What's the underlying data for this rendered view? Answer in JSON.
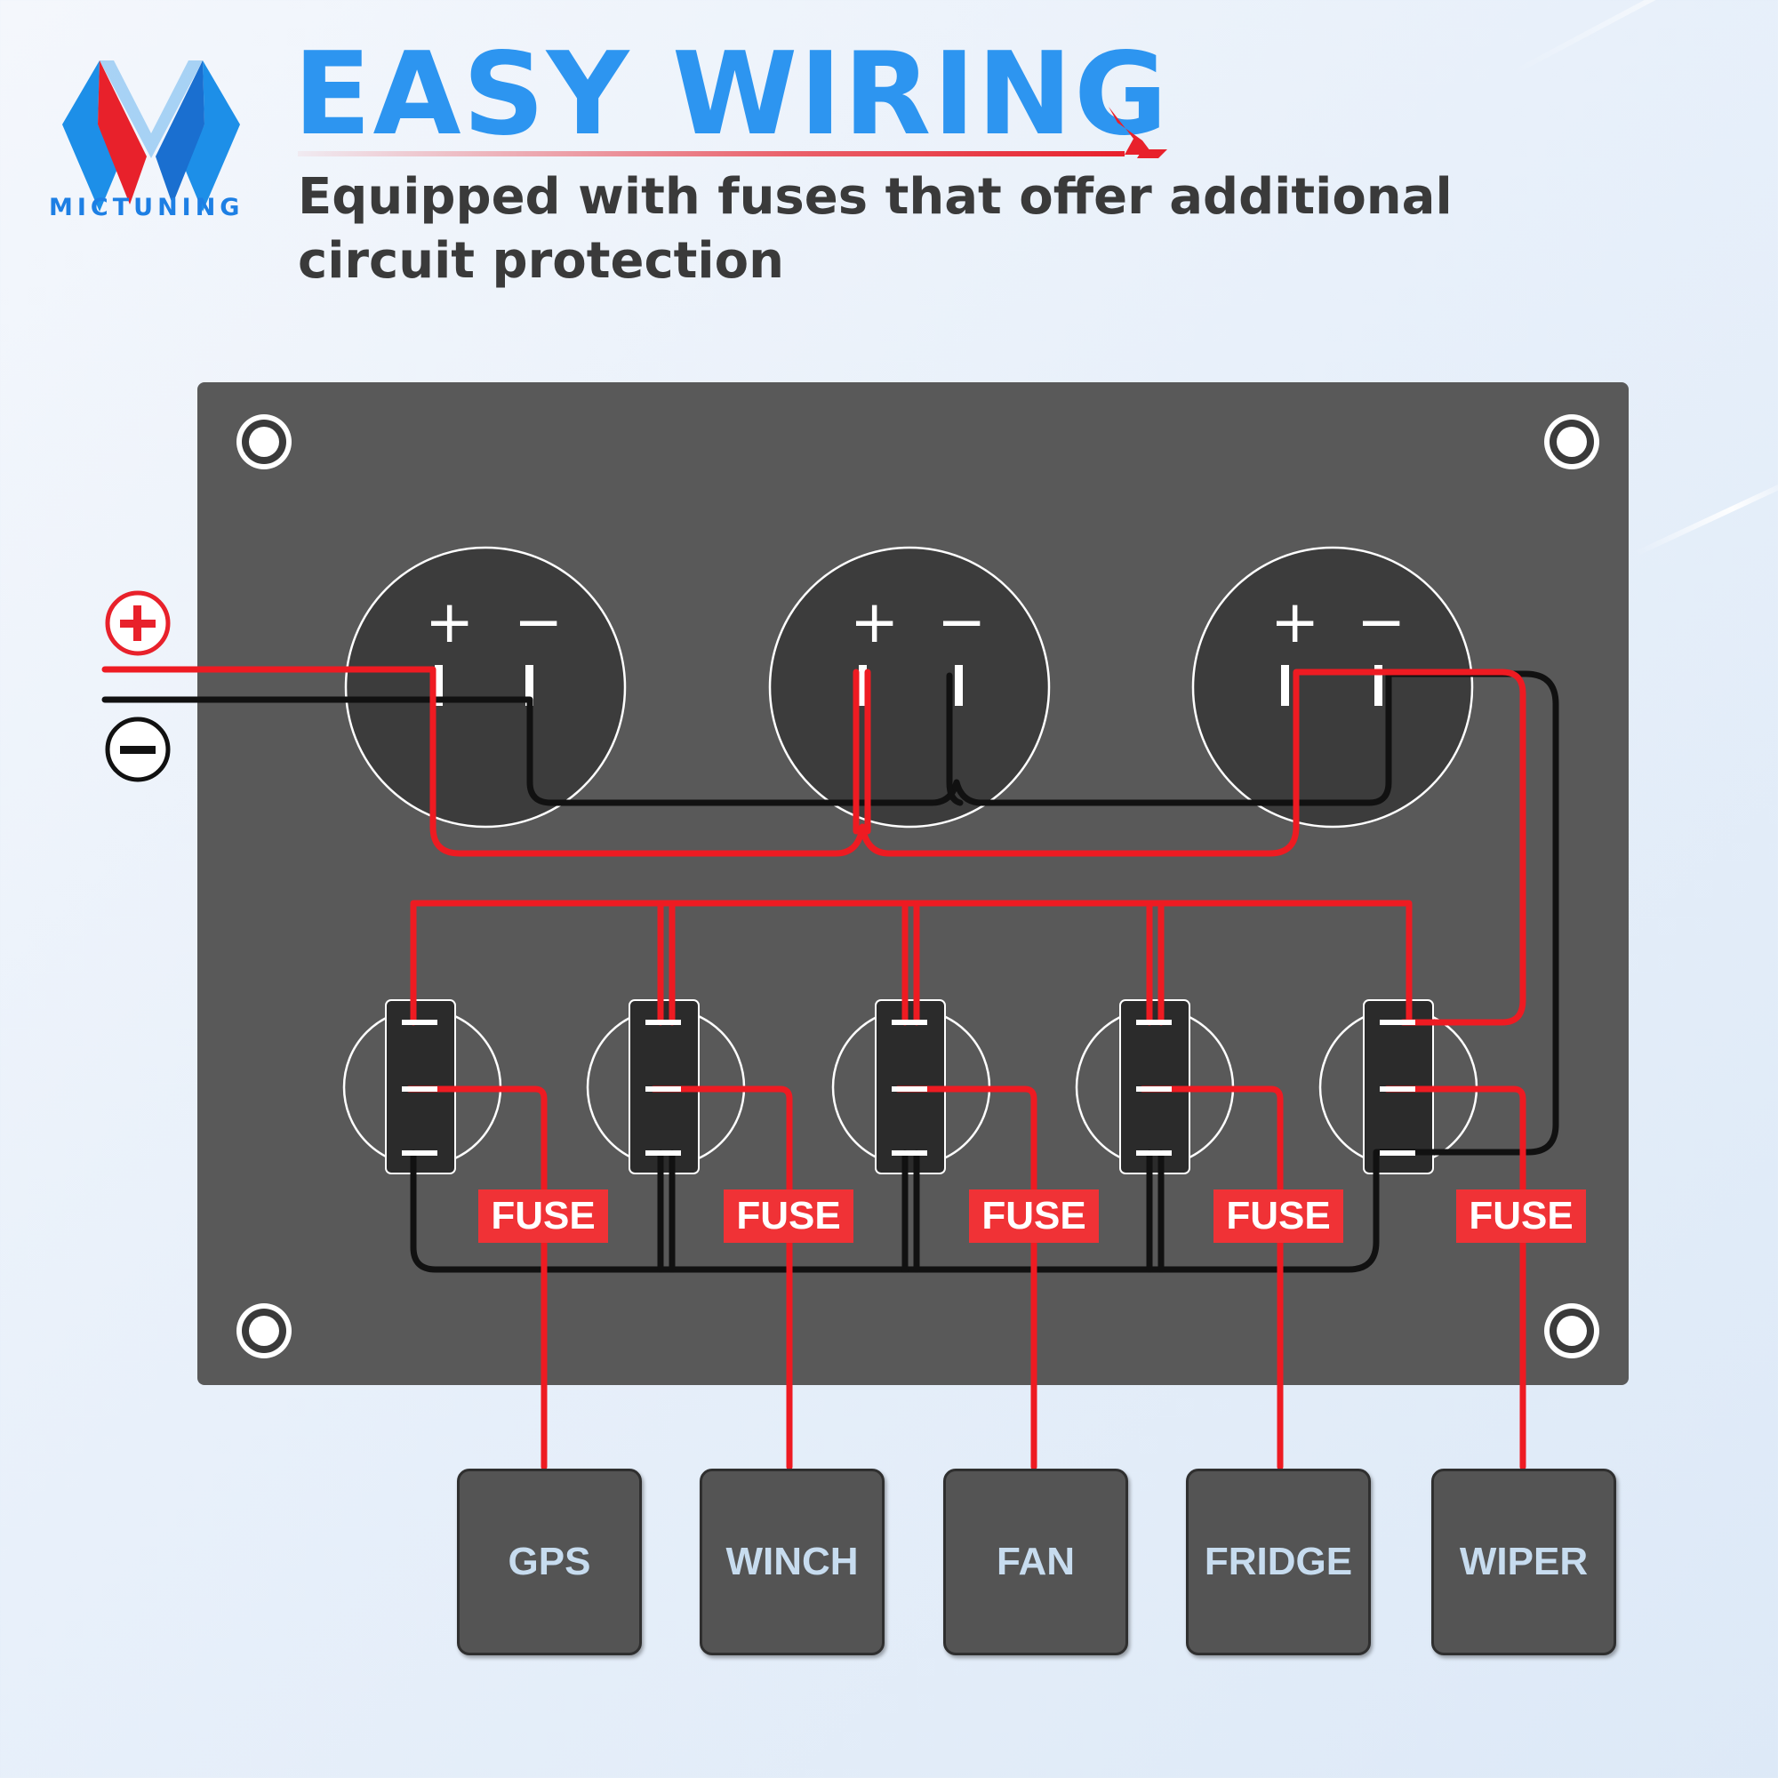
{
  "brand": {
    "name": "MICTUNING",
    "colors": {
      "blue": "#1d7fe4",
      "red": "#e8212b"
    }
  },
  "header": {
    "title": "EASY WIRING",
    "subtitle": "Equipped with fuses that offer additional circuit protection"
  },
  "input": {
    "positive_icon": "plus-circle-icon",
    "negative_icon": "minus-circle-icon"
  },
  "sockets": [
    {
      "plus": "+",
      "minus": "−"
    },
    {
      "plus": "+",
      "minus": "−"
    },
    {
      "plus": "+",
      "minus": "−"
    }
  ],
  "fuses": [
    "FUSE",
    "FUSE",
    "FUSE",
    "FUSE",
    "FUSE"
  ],
  "devices": [
    "GPS",
    "WINCH",
    "FAN",
    "FRIDGE",
    "WIPER"
  ],
  "wire_colors": {
    "positive": "#ee1b22",
    "negative": "#111111",
    "panel": "#595959"
  }
}
